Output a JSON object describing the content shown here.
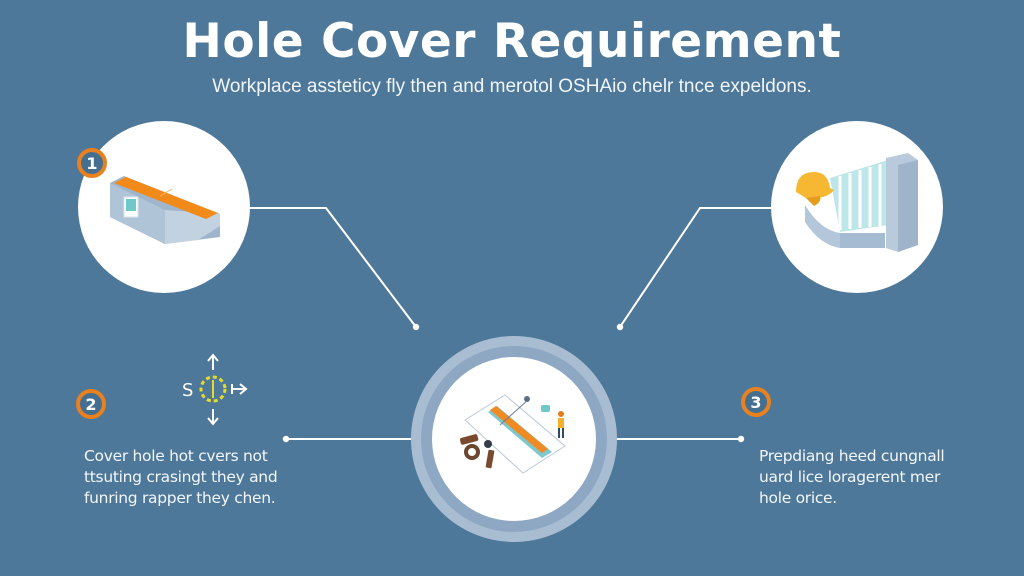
{
  "header": {
    "title": "Hole Cover Requirement",
    "subtitle": "Workplace assteticy fly then and merotol OSHAio chelr tnce expeldons."
  },
  "steps": [
    {
      "number": "1",
      "icon": "covered-hole-box-icon",
      "description": ""
    },
    {
      "number": "2",
      "icon": "compass-direction-icon",
      "compass_label": "S",
      "description_lines": [
        "Cover hole hot cvers not",
        "ttsuting crasingt they and",
        "funring rapper they chen."
      ]
    },
    {
      "number": "3",
      "icon": "guardrail-hardhat-icon",
      "description_lines": [
        "Prepdiang heed cungnall",
        "uard lice loragerent mer",
        "hole orice."
      ]
    }
  ],
  "center": {
    "icon": "workers-covering-hole-icon"
  },
  "colors": {
    "background": "#4e7899",
    "badge_ring": "#e8811e",
    "accent_orange": "#f28a1a",
    "teal": "#6fc9c9",
    "ring_outer": "#a9bdd2",
    "ring_mid": "#8ea8c3"
  }
}
